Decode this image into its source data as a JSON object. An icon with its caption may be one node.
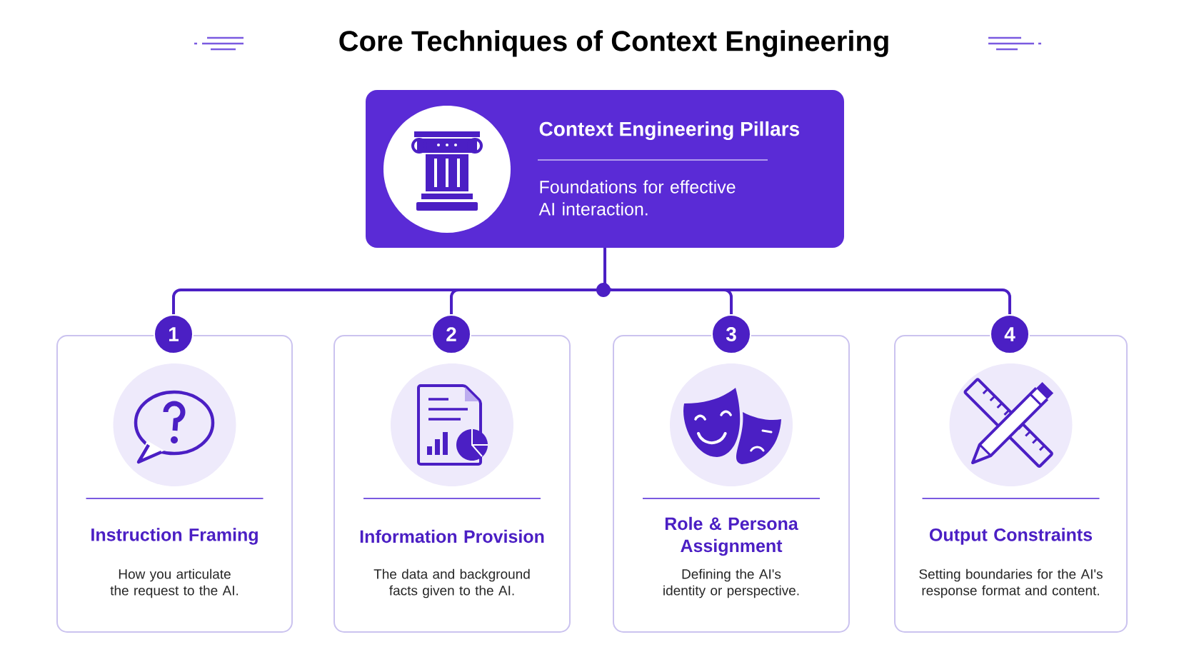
{
  "diagram": {
    "title": "Core Techniques of Context Engineering",
    "nodes": [
      {
        "text": [
          "Context Engineering Pillars",
          "Foundations for effective AI interaction."
        ]
      },
      {
        "text": [
          "1"
        ]
      },
      {
        "text": [
          "2"
        ]
      },
      {
        "text": [
          "3"
        ]
      },
      {
        "text": [
          "4"
        ]
      },
      {
        "text": [
          "Instruction Framing",
          "How you articulate the request to the AI."
        ]
      },
      {
        "text": [
          "Information Provision",
          "The data and background facts given to the AI."
        ]
      },
      {
        "text": [
          "Role & Persona Assignment",
          "Defining the AI's identity or perspective."
        ]
      },
      {
        "text": [
          "Output Constraints",
          "Setting boundaries for the AI's response format and content."
        ]
      }
    ],
    "edges": [
      {
        "from": 0,
        "to": 1,
        "arrow": "none"
      },
      {
        "from": 0,
        "to": 2,
        "arrow": "none"
      },
      {
        "from": 0,
        "to": 3,
        "arrow": "none"
      },
      {
        "from": 0,
        "to": 4,
        "arrow": "none"
      }
    ]
  }
}
